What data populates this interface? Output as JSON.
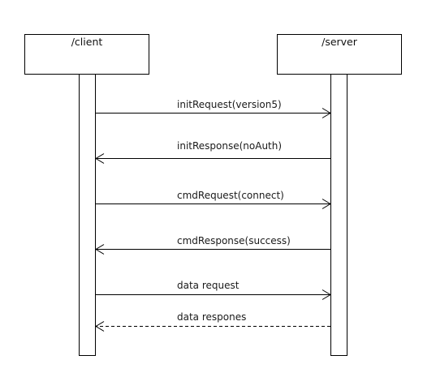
{
  "participants": [
    {
      "id": "client",
      "label": "/client"
    },
    {
      "id": "server",
      "label": "/server"
    }
  ],
  "messages": [
    {
      "id": "m1",
      "label": "initRequest(version5)",
      "from": "client",
      "to": "server",
      "style": "solid"
    },
    {
      "id": "m2",
      "label": "initResponse(noAuth)",
      "from": "server",
      "to": "client",
      "style": "solid"
    },
    {
      "id": "m3",
      "label": "cmdRequest(connect)",
      "from": "client",
      "to": "server",
      "style": "solid"
    },
    {
      "id": "m4",
      "label": "cmdResponse(success)",
      "from": "server",
      "to": "client",
      "style": "solid"
    },
    {
      "id": "m5",
      "label": "data request",
      "from": "client",
      "to": "server",
      "style": "solid"
    },
    {
      "id": "m6",
      "label": "data respones",
      "from": "server",
      "to": "client",
      "style": "dashed"
    }
  ]
}
